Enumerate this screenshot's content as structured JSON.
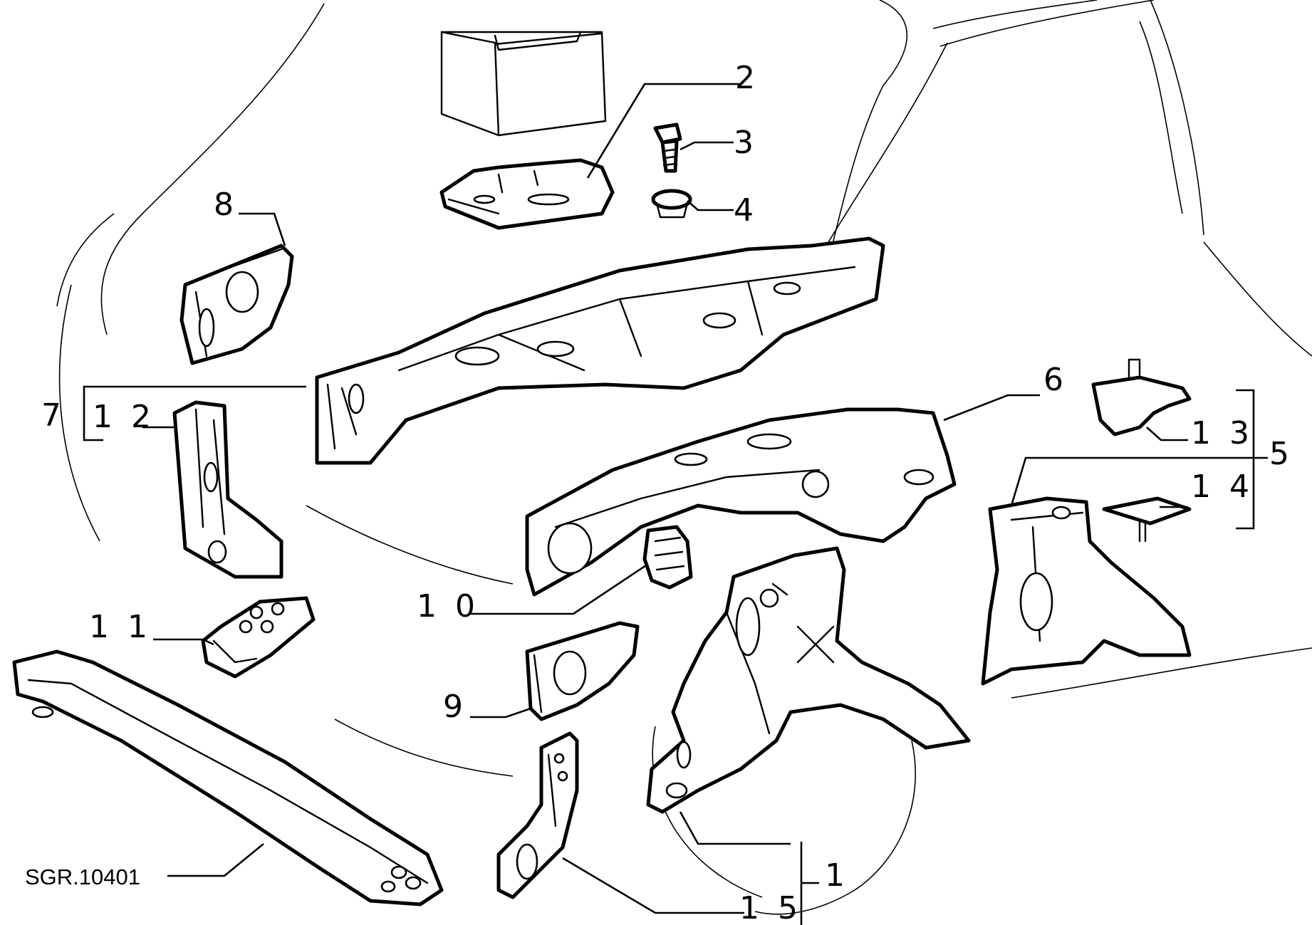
{
  "diagram": {
    "reference_code": "SGR.10401",
    "callouts": {
      "c1": "1",
      "c2": "2",
      "c3": "3",
      "c4": "4",
      "c5": "5",
      "c6": "6",
      "c7": "7",
      "c8": "8",
      "c9": "9",
      "c10": "1 0",
      "c11": "1 1",
      "c12": "1 2",
      "c13": "1 3",
      "c14": "1 4",
      "c15": "1 5"
    }
  }
}
